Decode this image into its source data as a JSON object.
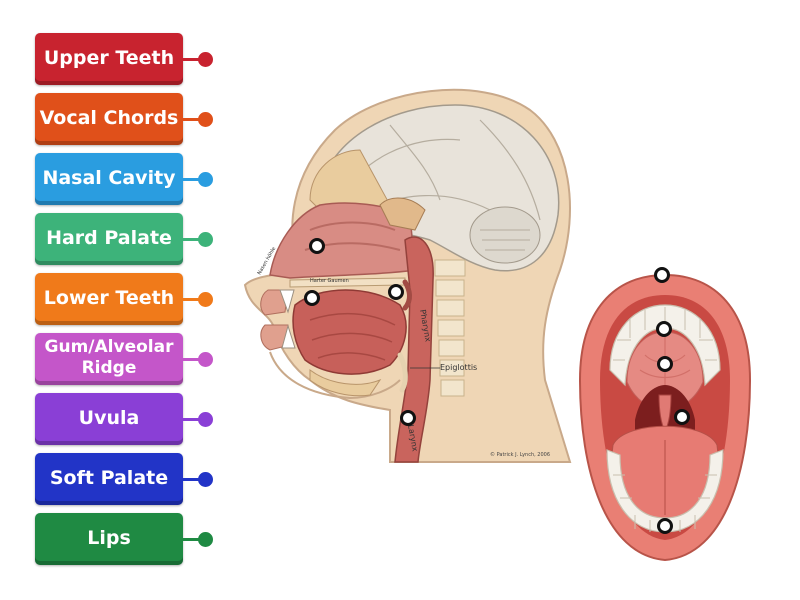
{
  "labels": [
    {
      "text": "Upper Teeth",
      "color": "#c8232f"
    },
    {
      "text": "Vocal Chords",
      "color": "#e0501a"
    },
    {
      "text": "Nasal Cavity",
      "color": "#2a9de0"
    },
    {
      "text": "Hard Palate",
      "color": "#3db37a"
    },
    {
      "text": "Lower Teeth",
      "color": "#f07a1a"
    },
    {
      "text": "Gum/Alveolar Ridge",
      "color": "#c456c9"
    },
    {
      "text": "Uvula",
      "color": "#8a3fd6"
    },
    {
      "text": "Soft Palate",
      "color": "#2234c7"
    },
    {
      "text": "Lips",
      "color": "#1f8a43"
    }
  ],
  "diagram_labels": {
    "pharynx": "Pharynx",
    "epiglottis": "Epiglottis",
    "larynx": "Larynx",
    "harter_gaumen": "Harter Gaumen",
    "nasal": "Nasen höhle",
    "credit": "© Patrick J. Lynch, 2006"
  }
}
